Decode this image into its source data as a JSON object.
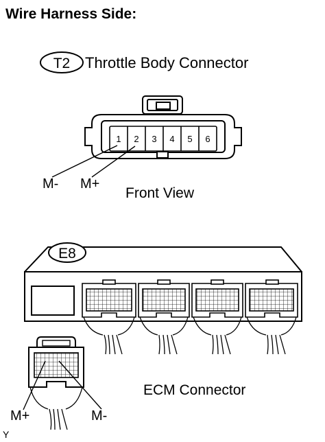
{
  "heading": "Wire Harness Side:",
  "throttle_connector": {
    "code": "T2",
    "name": "Throttle Body Connector",
    "view": "Front View",
    "pins": [
      "1",
      "2",
      "3",
      "4",
      "5",
      "6"
    ],
    "label_m_minus": "M-",
    "label_m_plus": "M+"
  },
  "ecm_connector": {
    "code": "E8",
    "name": "ECM Connector",
    "label_m_plus": "M+",
    "label_m_minus": "M-"
  },
  "corner_mark": "Y"
}
